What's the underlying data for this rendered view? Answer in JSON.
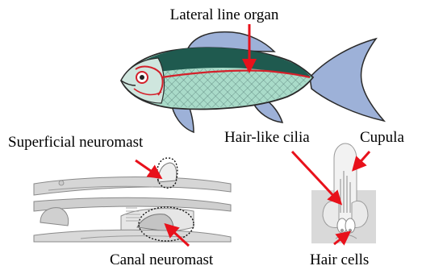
{
  "labels": {
    "lateral_line_organ": "Lateral line organ",
    "superficial_neuromast": "Superficial neuromast",
    "hair_like_cilia": "Hair-like cilia",
    "cupula": "Cupula",
    "canal_neuromast": "Canal neuromast",
    "hair_cells": "Hair cells"
  },
  "colors": {
    "arrow": "#e8111b",
    "lateral_line": "#d4202a",
    "fish_back": "#1f5a4f",
    "fish_belly": "#a9dbc9",
    "fins": "#9db1d8",
    "skin": "#c9c9c9",
    "outline": "#2a2a2a"
  }
}
